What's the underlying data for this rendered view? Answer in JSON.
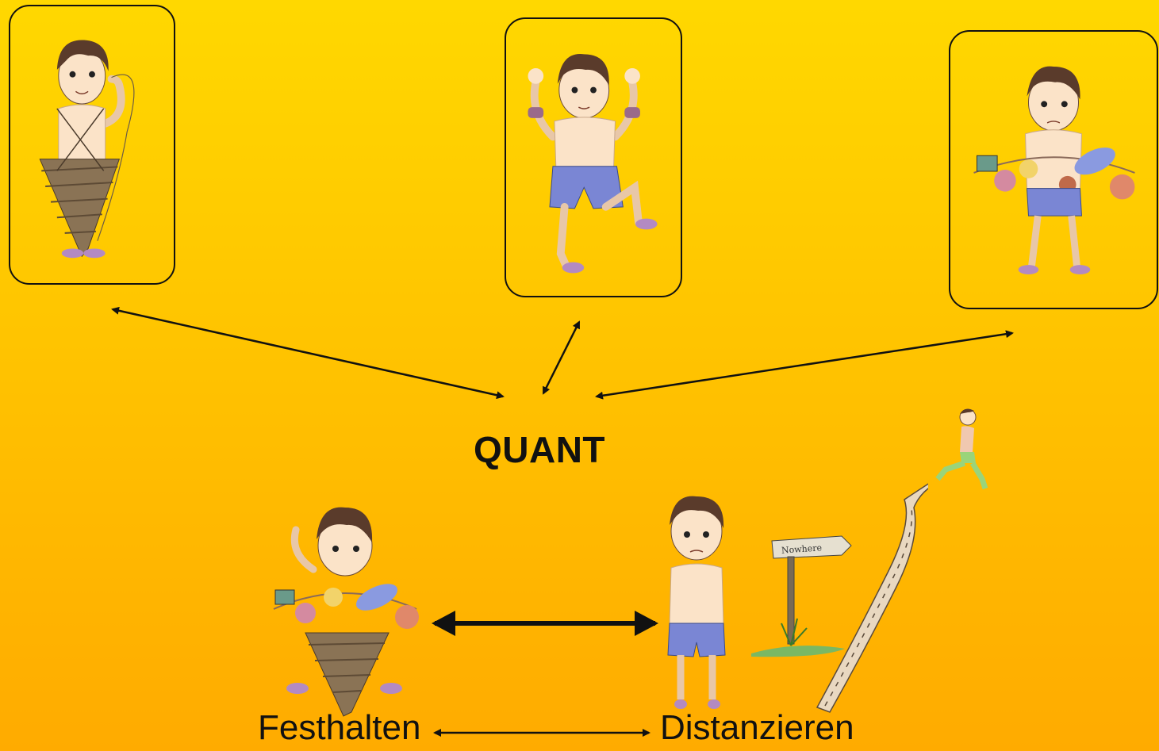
{
  "center_label": "QUANT",
  "bottom": {
    "left_label": "Festhalten",
    "right_label": "Distanzieren"
  },
  "signpost": {
    "text": "Nowhere"
  },
  "colors": {
    "background_top": "#ffd800",
    "background_bottom": "#ffab00",
    "line": "#111111"
  }
}
